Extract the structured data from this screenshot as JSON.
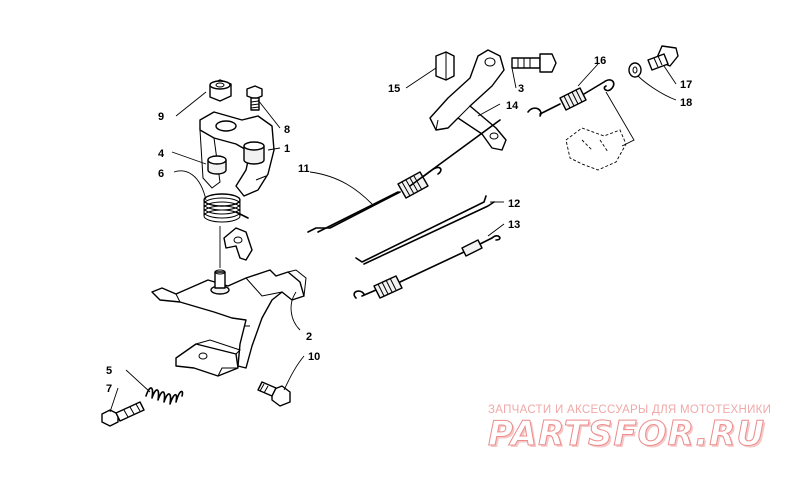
{
  "callouts": {
    "c1": "1",
    "c2": "2",
    "c3": "3",
    "c4": "4",
    "c5": "5",
    "c6": "6",
    "c7": "7",
    "c8": "8",
    "c9": "9",
    "c10": "10",
    "c11": "11",
    "c12": "12",
    "c13": "13",
    "c14": "14",
    "c15": "15",
    "c16": "16",
    "c17": "17",
    "c18": "18"
  },
  "watermark": {
    "tagline": "ЗАПЧАСТИ И АКСЕССУАРЫ ДЛЯ МОТОТЕХНИКИ",
    "brand": "PARTSFOR.RU"
  }
}
